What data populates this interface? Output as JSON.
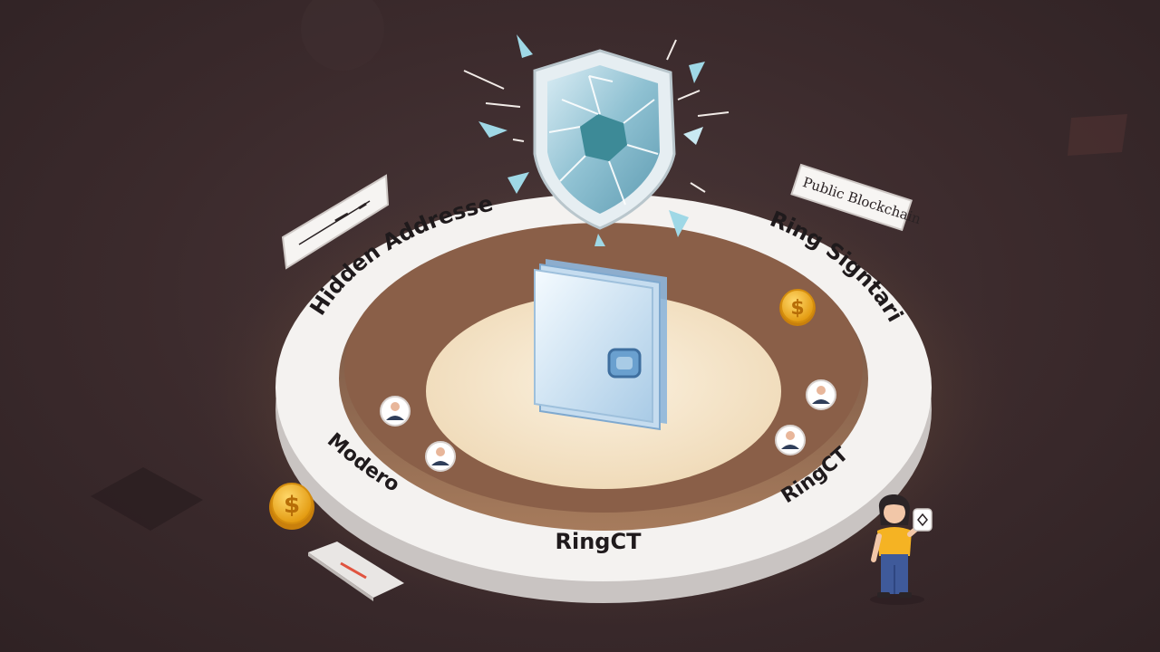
{
  "ring_labels": {
    "top_left": "Hidden Addresses",
    "top_right": "Ring Signtaries",
    "bottom_left": "Modero",
    "bottom_center": "RingCT",
    "bottom_right": "RingCT"
  },
  "tag": "Public Blockchain",
  "coin_symbol": "$",
  "colors": {
    "background": "#3b2a2c",
    "ring": "#f4f2f0",
    "inner_glow": "#f6e6cc",
    "shield": "#8fbfd0",
    "coin": "#f2b21b",
    "accent": "#f5a623"
  }
}
